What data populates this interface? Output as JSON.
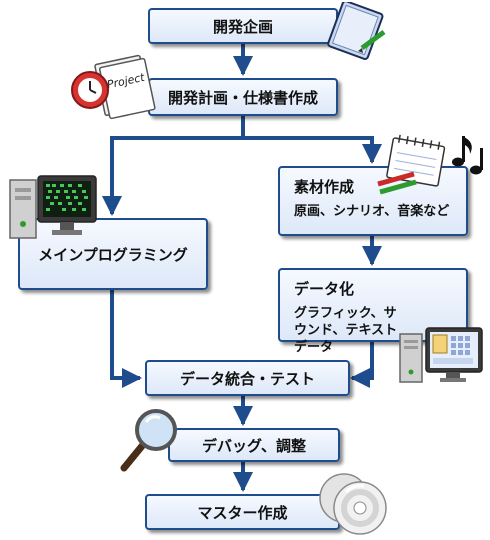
{
  "steps": {
    "planning": "開発企画",
    "spec": "開発計画・仕様書作成",
    "assets_title": "素材作成",
    "assets_sub": "原画、シナリオ、音楽など",
    "main_programming": "メインプログラミング",
    "data_title": "データ化",
    "data_sub": "グラフィック、サウンド、テキストデータ",
    "integration": "データ統合・テスト",
    "debug": "デバッグ、調整",
    "master": "マスター作成"
  },
  "icons": {
    "project_label": "Project"
  },
  "colors": {
    "arrow": "#1f4c8c",
    "box_border": "#1f4c8c"
  }
}
